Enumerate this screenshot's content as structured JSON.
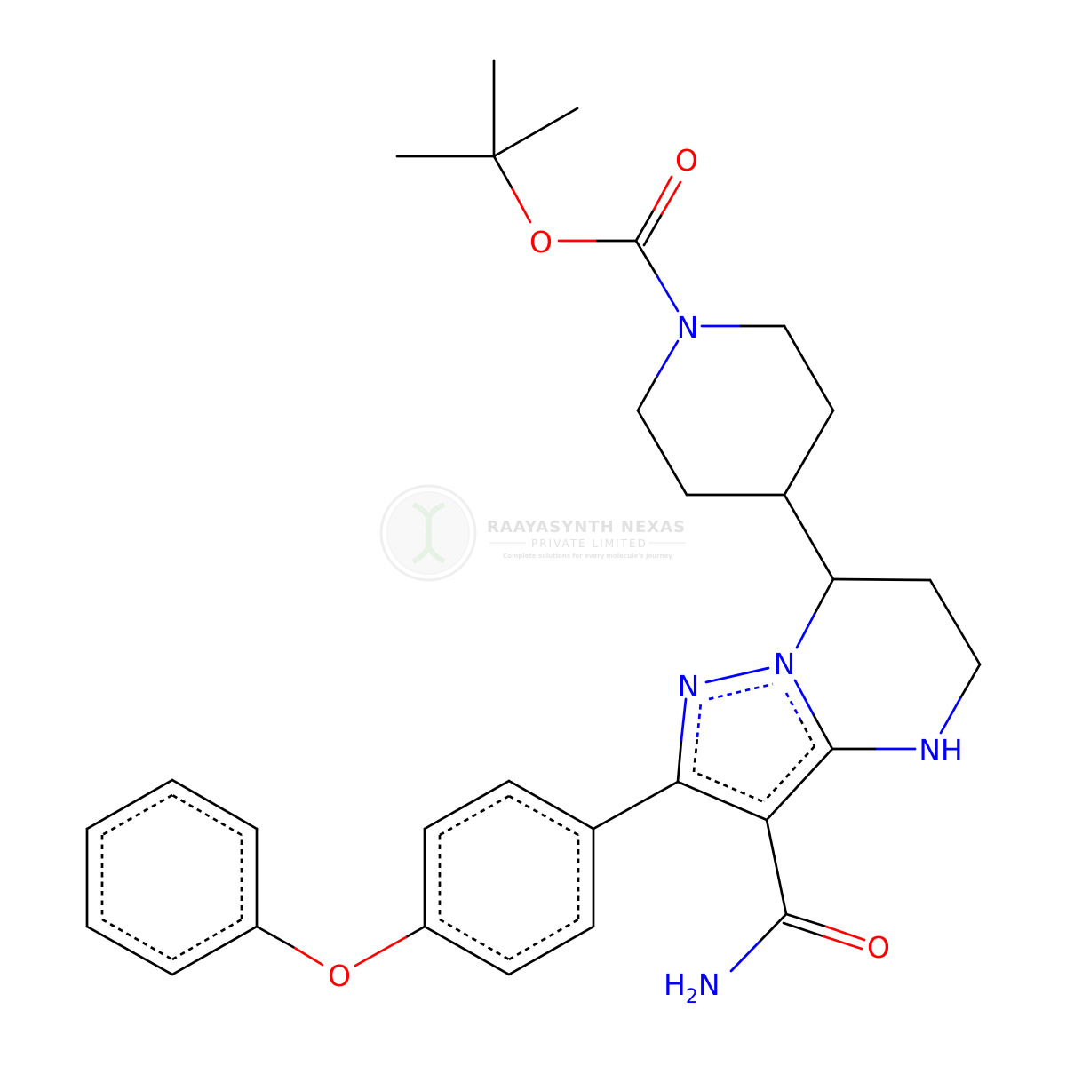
{
  "colors": {
    "carbon": "#000000",
    "nitrogen": "#0000ff",
    "oxygen": "#ff0000",
    "watermark_text": "#c9c9c9",
    "watermark_green": "#d8ecd8"
  },
  "watermark": {
    "title": "RAAYASYNTH NEXAS",
    "subtitle": "PRIVATE LIMITED",
    "tagline": "Complete solutions for every molecule's journey"
  },
  "atom_labels": {
    "o_carbonyl_top": "O",
    "o_ester": "O",
    "n_piperidine": "N",
    "n_pyrazole": "N",
    "n_bridge": "N",
    "nh_ring": "NH",
    "o_amide": "O",
    "nh2_amide_main": "H",
    "nh2_amide_sub": "2",
    "nh2_amide_n": "N",
    "o_ether": "O"
  }
}
